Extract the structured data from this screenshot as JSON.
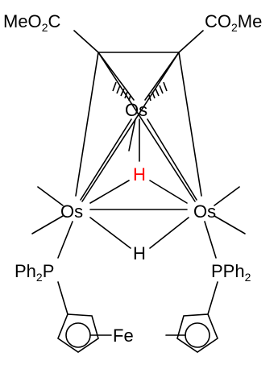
{
  "molecule": {
    "substituents": {
      "left_ester": {
        "main": "MeO",
        "sub": "2",
        "tail": "C"
      },
      "right_ester": {
        "main": "CO",
        "sub": "2",
        "tail": "Me"
      }
    },
    "metals": {
      "os_top": "Os",
      "os_left": "Os",
      "os_right": "Os"
    },
    "hydrides": {
      "h_top": {
        "label": "H",
        "color": "#ff0000"
      },
      "h_bottom": {
        "label": "H",
        "color": "#000000"
      }
    },
    "phosphines": {
      "left": {
        "main": "Ph",
        "sub": "2",
        "tail": "P"
      },
      "right": {
        "main": "PPh",
        "sub": "2",
        "tail": ""
      }
    },
    "iron": "Fe"
  }
}
